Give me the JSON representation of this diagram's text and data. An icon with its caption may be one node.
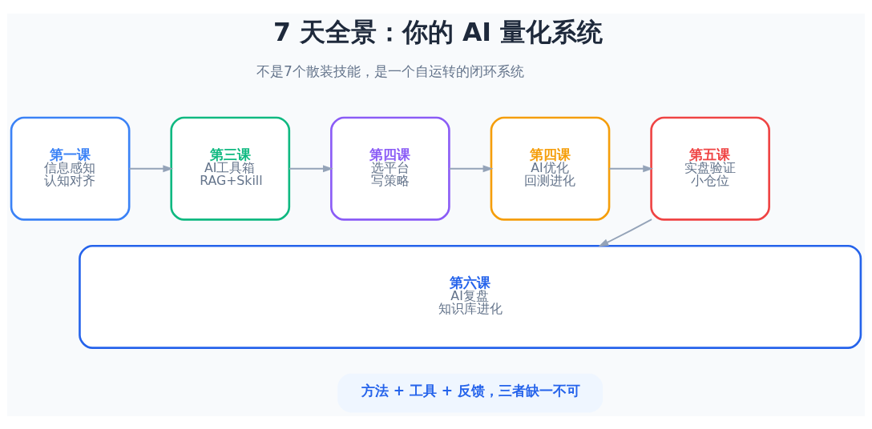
{
  "diagram": {
    "title": "7 天全景：你的 AI 量化系统",
    "nodes": [
      {
        "text": [
          "第一课",
          "信息感知",
          "认知对齐"
        ]
      },
      {
        "text": [
          "第三课",
          "AI工具箱",
          "RAG+Skill"
        ]
      },
      {
        "text": [
          "第四课",
          "选平台",
          "写策略"
        ]
      },
      {
        "text": [
          "第四课",
          "AI优化",
          "回测进化"
        ]
      },
      {
        "text": [
          "第五课",
          "实盘验证",
          "小仓位"
        ]
      },
      {
        "text": [
          "第六课",
          "AI复盘",
          "知识库进化"
        ]
      },
      {
        "text": [
          "方法 + 工具 + 反馈，三者缺一不可"
        ]
      }
    ],
    "edges": [
      {
        "from": 0,
        "to": 1,
        "arrow": "to"
      },
      {
        "from": 1,
        "to": 2,
        "arrow": "to"
      },
      {
        "from": 2,
        "to": 3,
        "arrow": "to"
      },
      {
        "from": 3,
        "to": 4,
        "arrow": "to"
      },
      {
        "from": 4,
        "to": 5,
        "arrow": "to"
      }
    ],
    "labels": [
      "不是7个散装技能，是一个自运转的闭环系统"
    ]
  }
}
